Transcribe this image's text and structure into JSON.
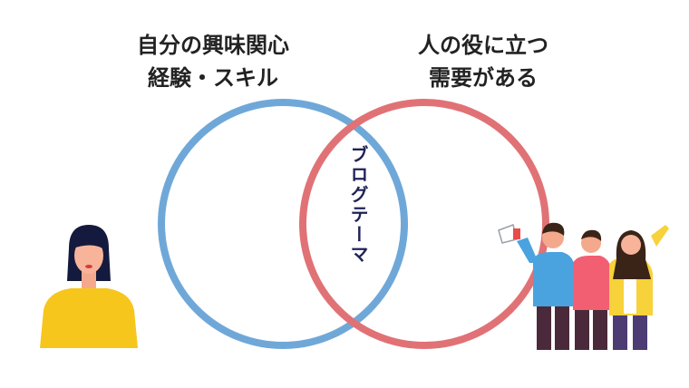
{
  "left_circle": {
    "line1": "自分の興味関心",
    "line2": "経験・スキル",
    "color": "#6fa8d8"
  },
  "right_circle": {
    "line1": "人の役に立つ",
    "line2": "需要がある",
    "color": "#e07276"
  },
  "overlap": {
    "label": "ブログテーマ"
  },
  "icons": {
    "left": "woman-yellow-sweater-icon",
    "right": "cheering-group-with-megaphone-icon"
  },
  "colors": {
    "text": "#222222",
    "center_text": "#1f2257"
  }
}
